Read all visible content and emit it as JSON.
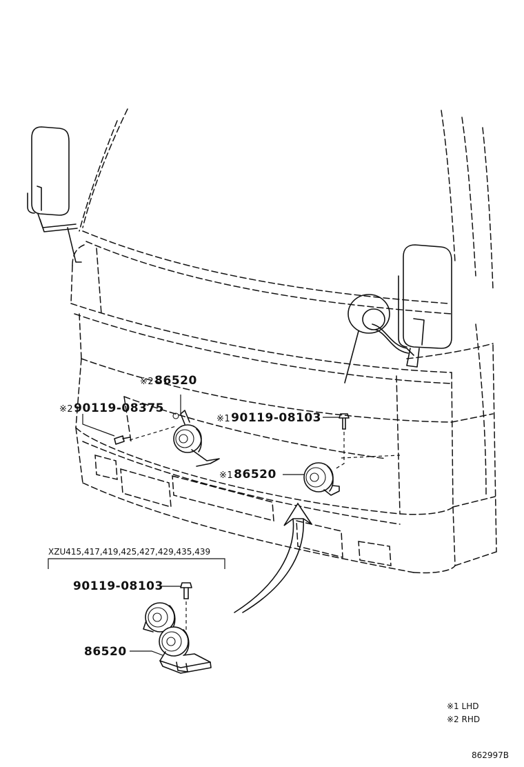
{
  "callouts": {
    "horn_rhd": {
      "mark": "※2",
      "part": "86520"
    },
    "bolt_rhd": {
      "mark": "※2",
      "part": "90119-08375"
    },
    "bolt_lhd": {
      "mark": "※1",
      "part": "90119-08103"
    },
    "horn_lhd": {
      "mark": "※1",
      "part": "86520"
    }
  },
  "inset": {
    "models": "XZU415,417,419,425,427,429,435,439",
    "bolt": "90119-08103",
    "horn": "86520"
  },
  "legend": [
    {
      "mark": "※1",
      "text": "LHD"
    },
    {
      "mark": "※2",
      "text": "RHD"
    }
  ],
  "diagram_id": "862997B"
}
